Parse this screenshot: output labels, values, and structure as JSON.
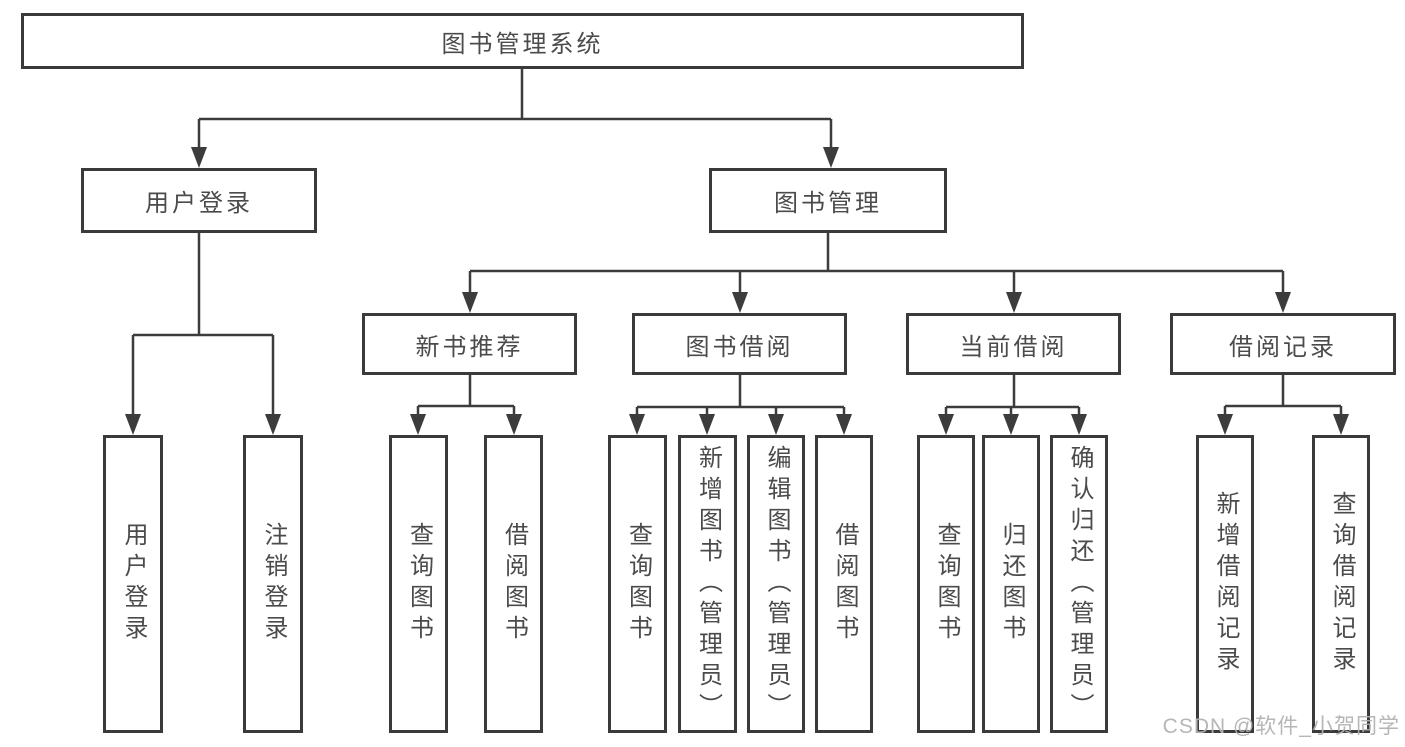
{
  "root": {
    "label": "图书管理系统"
  },
  "level2": [
    {
      "label": "用户登录"
    },
    {
      "label": "图书管理"
    }
  ],
  "level3": [
    {
      "label": "新书推荐"
    },
    {
      "label": "图书借阅"
    },
    {
      "label": "当前借阅"
    },
    {
      "label": "借阅记录"
    }
  ],
  "leaves": [
    {
      "label": "用户登录"
    },
    {
      "label": "注销登录"
    },
    {
      "label": "查询图书"
    },
    {
      "label": "借阅图书"
    },
    {
      "label": "查询图书"
    },
    {
      "label": "新增图书（管理员）"
    },
    {
      "label": "编辑图书（管理员）"
    },
    {
      "label": "借阅图书"
    },
    {
      "label": "查询图书"
    },
    {
      "label": "归还图书"
    },
    {
      "label": "确认归还（管理员）"
    },
    {
      "label": "新增借阅记录"
    },
    {
      "label": "查询借阅记录"
    }
  ],
  "watermark": "CSDN @软件_小贺同学",
  "colors": {
    "line": "#3c3c3c",
    "text": "#4b4b4b",
    "watermark": "#b2b2b2"
  }
}
